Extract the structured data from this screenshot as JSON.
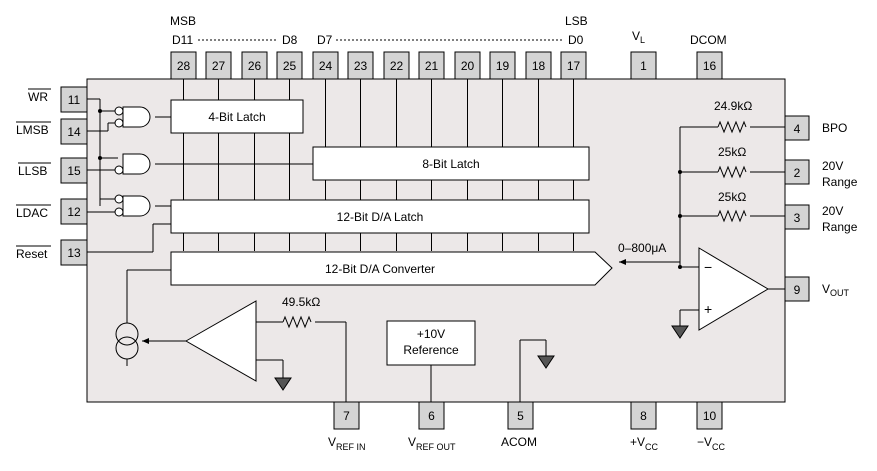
{
  "top_labels": {
    "msb": "MSB",
    "d11": "D11",
    "d8": "D8",
    "d7": "D7",
    "lsb": "LSB",
    "d0": "D0",
    "vl": "V",
    "vl_sub": "L",
    "dcom": "DCOM"
  },
  "top_pins": [
    "28",
    "27",
    "26",
    "25",
    "24",
    "23",
    "22",
    "21",
    "20",
    "19",
    "18",
    "17",
    "1",
    "16"
  ],
  "left_pins": [
    {
      "name": "WR",
      "number": "11"
    },
    {
      "name": "LMSB",
      "number": "14"
    },
    {
      "name": "LLSB",
      "number": "15"
    },
    {
      "name": "LDAC",
      "number": "12"
    },
    {
      "name": "Reset",
      "number": "13"
    }
  ],
  "right_pins": [
    {
      "number": "4",
      "label": "BPO",
      "label2": ""
    },
    {
      "number": "2",
      "label": "20V",
      "label2": "Range"
    },
    {
      "number": "3",
      "label": "20V",
      "label2": "Range"
    },
    {
      "number": "9",
      "label": "V",
      "label2": "OUT"
    }
  ],
  "bottom_pins": [
    {
      "number": "7",
      "label": "V",
      "sub": "REF IN"
    },
    {
      "number": "6",
      "label": "V",
      "sub": "REF OUT"
    },
    {
      "number": "5",
      "label": "ACOM",
      "sub": ""
    },
    {
      "number": "8",
      "label": "+V",
      "sub": "CC"
    },
    {
      "number": "10",
      "label": "−V",
      "sub": "CC"
    }
  ],
  "blocks": {
    "latch4": "4-Bit Latch",
    "latch8": "8-Bit Latch",
    "latch12": "12-Bit D/A Latch",
    "converter": "12-Bit D/A Converter",
    "reference_line1": "+10V",
    "reference_line2": "Reference"
  },
  "resistors": {
    "r1": "24.9kΩ",
    "r2": "25kΩ",
    "r3": "25kΩ",
    "r4": "49.5kΩ"
  },
  "current_label": "0–800μA",
  "opamp_minus": "−",
  "opamp_plus": "+",
  "colors": {
    "chip_fill": "#ece8e8",
    "pin_fill": "#d4d4d4"
  }
}
